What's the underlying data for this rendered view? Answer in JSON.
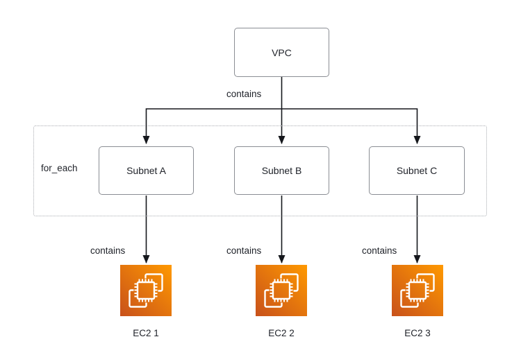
{
  "diagram": {
    "vpc_node": {
      "label": "VPC"
    },
    "edge_vpc_to_subnets": {
      "label": "contains"
    },
    "for_each_group": {
      "label": "for_each"
    },
    "subnet_nodes": [
      {
        "label": "Subnet A"
      },
      {
        "label": "Subnet B"
      },
      {
        "label": "Subnet C"
      }
    ],
    "edge_subnet_to_ec2": [
      {
        "label": "contains"
      },
      {
        "label": "contains"
      },
      {
        "label": "contains"
      }
    ],
    "ec2_nodes": [
      {
        "label": "EC2 1",
        "icon": "aws-ec2-icon"
      },
      {
        "label": "EC2 2",
        "icon": "aws-ec2-icon"
      },
      {
        "label": "EC2 3",
        "icon": "aws-ec2-icon"
      }
    ],
    "colors": {
      "background": "#ffffff",
      "node_border": "#8a8d93",
      "group_border": "#a9acb1",
      "edge": "#15171c",
      "text": "#20232a",
      "ec2_gradient_start": "#c8511b",
      "ec2_gradient_end": "#ff9900",
      "ec2_glyph": "#ffffff"
    }
  }
}
